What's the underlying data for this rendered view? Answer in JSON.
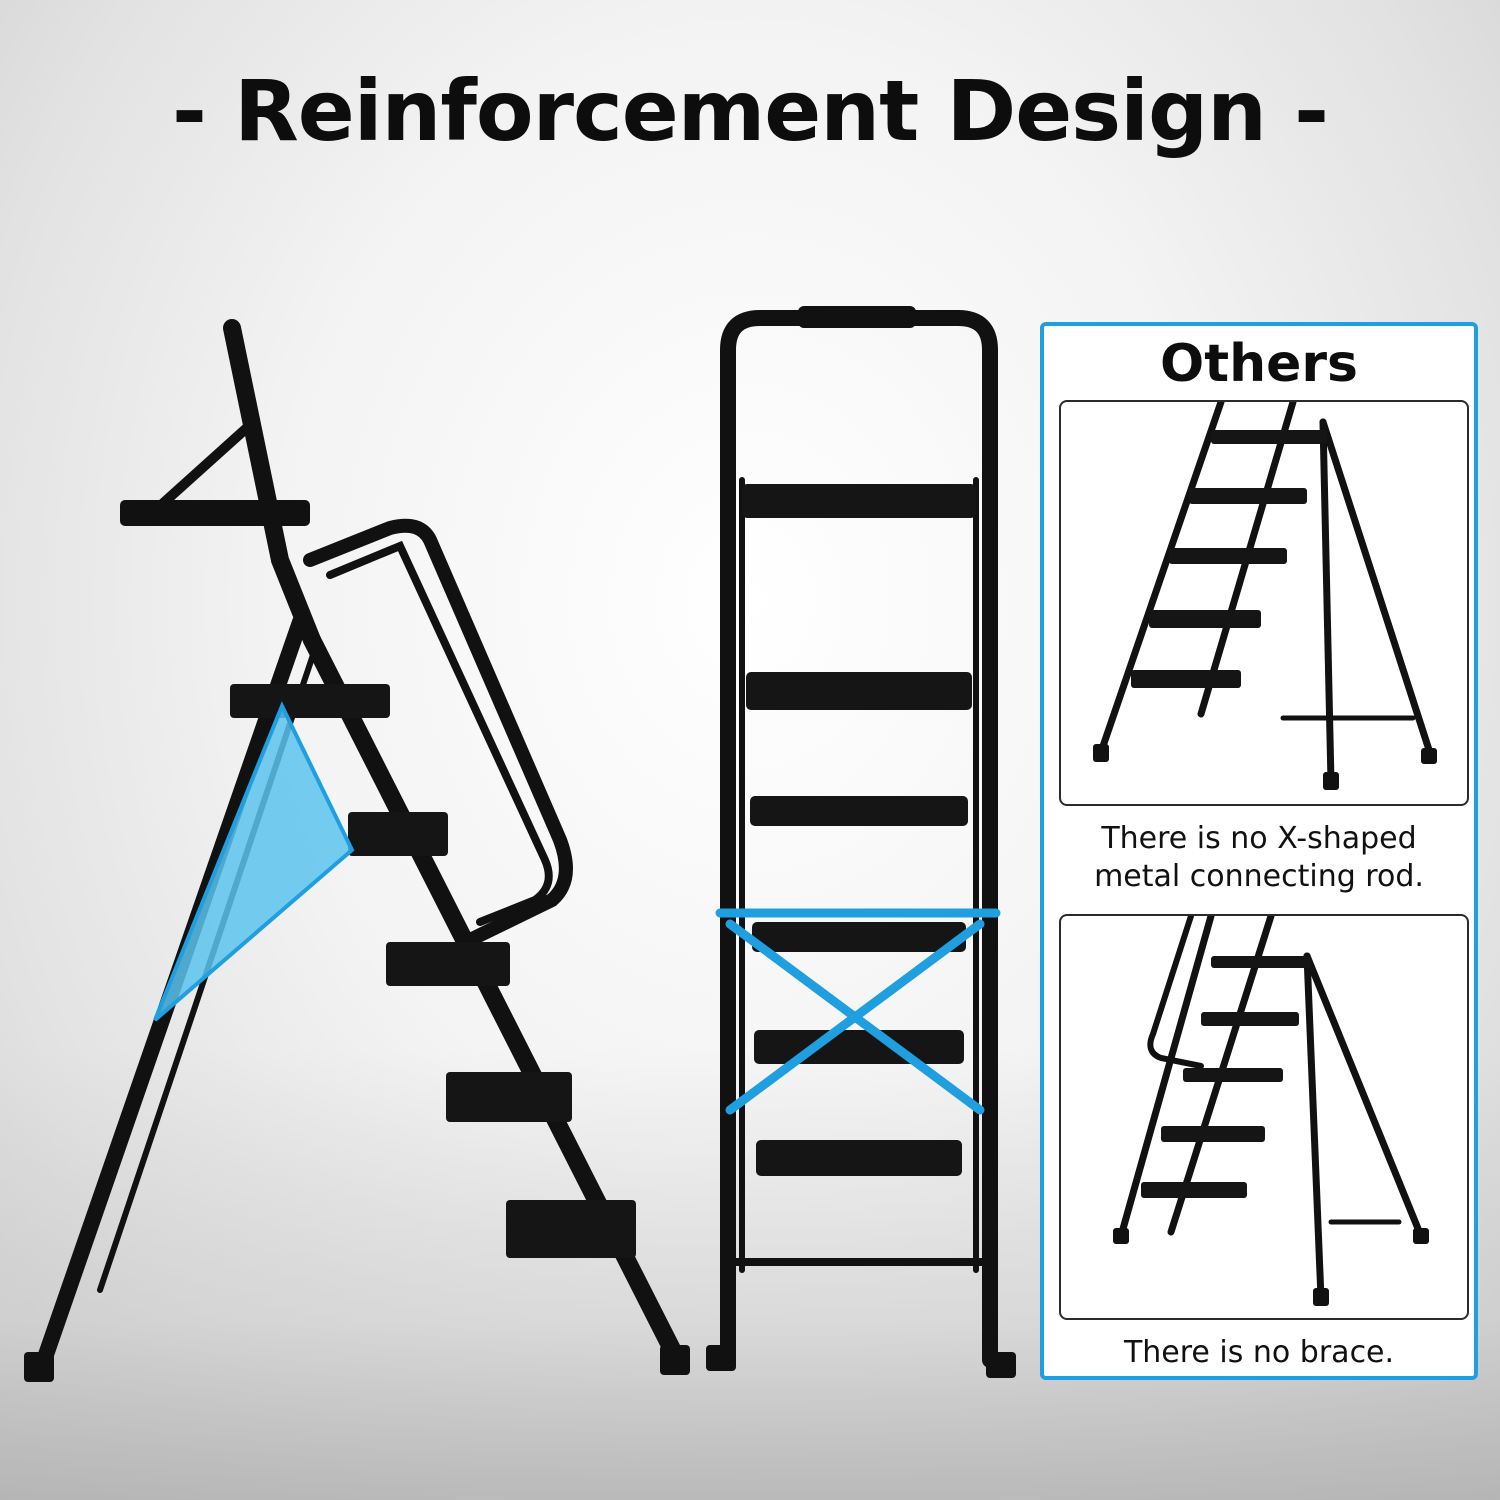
{
  "title": "- Reinforcement Design -",
  "others_panel": {
    "heading": "Others",
    "cards": [
      {
        "caption_line1": "There is no X-shaped",
        "caption_line2": "metal connecting rod."
      },
      {
        "caption_line1": "There is no brace.",
        "caption_line2": ""
      }
    ]
  },
  "colors": {
    "accent": "#1f9fe0",
    "brace_fill": "#5cc3ee",
    "ladder": "#111111"
  }
}
